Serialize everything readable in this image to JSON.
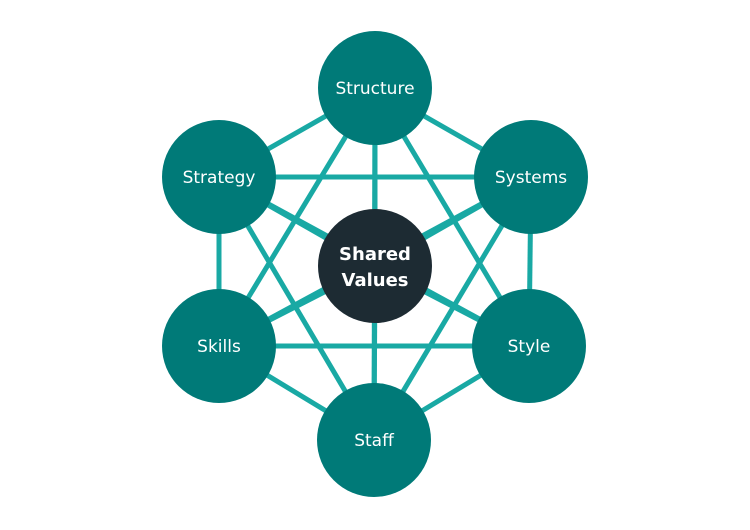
{
  "diagram": {
    "center": {
      "label_line1": "Shared",
      "label_line2": "Values"
    },
    "nodes": {
      "structure": "Structure",
      "systems": "Systems",
      "style": "Style",
      "staff": "Staff",
      "skills": "Skills",
      "strategy": "Strategy"
    },
    "colors": {
      "outer_node": "#007a78",
      "center_node": "#1d2b33",
      "connector": "#19a9a4"
    }
  }
}
